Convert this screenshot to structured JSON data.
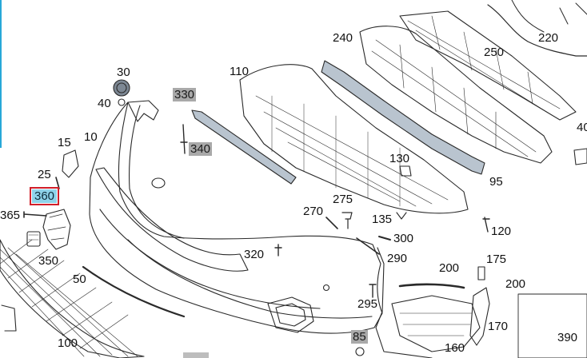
{
  "parts": [
    {
      "id": "p10",
      "text": "10"
    },
    {
      "id": "p15",
      "text": "15"
    },
    {
      "id": "p25",
      "text": "25"
    },
    {
      "id": "p30",
      "text": "30"
    },
    {
      "id": "p40",
      "text": "40"
    },
    {
      "id": "p50",
      "text": "50"
    },
    {
      "id": "p85",
      "text": "85"
    },
    {
      "id": "p95",
      "text": "95"
    },
    {
      "id": "p100",
      "text": "100"
    },
    {
      "id": "p110",
      "text": "110"
    },
    {
      "id": "p120",
      "text": "120"
    },
    {
      "id": "p130",
      "text": "130"
    },
    {
      "id": "p135",
      "text": "135"
    },
    {
      "id": "p160",
      "text": "160"
    },
    {
      "id": "p170",
      "text": "170"
    },
    {
      "id": "p175",
      "text": "175"
    },
    {
      "id": "p200a",
      "text": "200"
    },
    {
      "id": "p200b",
      "text": "200"
    },
    {
      "id": "p220",
      "text": "220"
    },
    {
      "id": "p240",
      "text": "240"
    },
    {
      "id": "p250",
      "text": "250"
    },
    {
      "id": "p270",
      "text": "270"
    },
    {
      "id": "p275",
      "text": "275"
    },
    {
      "id": "p290",
      "text": "290"
    },
    {
      "id": "p295",
      "text": "295"
    },
    {
      "id": "p300",
      "text": "300"
    },
    {
      "id": "p320",
      "text": "320"
    },
    {
      "id": "p330",
      "text": "330"
    },
    {
      "id": "p340",
      "text": "340"
    },
    {
      "id": "p350",
      "text": "350"
    },
    {
      "id": "p360",
      "text": "360"
    },
    {
      "id": "p365",
      "text": "365"
    },
    {
      "id": "p390",
      "text": "390"
    },
    {
      "id": "p40r",
      "text": "40"
    }
  ],
  "colors": {
    "line": "#2a2a2a",
    "part_fill": "#b9c4cf",
    "part_dark": "#7d8894",
    "label_gray": "#a9a9a9",
    "highlight_fill": "#8fd3ea",
    "highlight_border": "#d11f2a",
    "edge_accent": "#27a8d8"
  }
}
